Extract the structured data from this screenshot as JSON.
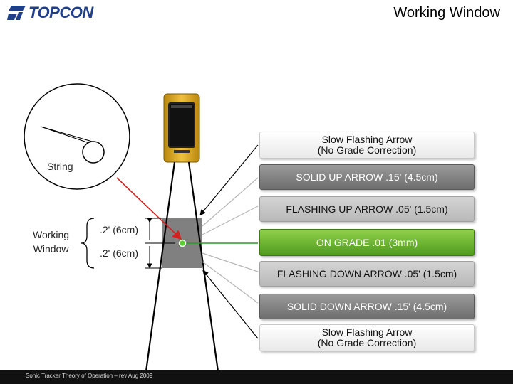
{
  "brand": "TOPCON",
  "page_title": "Working Window",
  "string_label": "String",
  "working_window_label": "Working\nWindow",
  "dim_upper": ".2' (6cm)",
  "dim_lower": ".2' (6cm)",
  "boxes": [
    {
      "text": "Slow Flashing Arrow\n(No Grade Correction)",
      "style": "light"
    },
    {
      "text": "SOLID UP ARROW .15' (4.5cm)",
      "style": "dark"
    },
    {
      "text": "FLASHING UP ARROW .05' (1.5cm)",
      "style": "mid"
    },
    {
      "text": "ON GRADE .01 (3mm)",
      "style": "green"
    },
    {
      "text": "FLASHING DOWN ARROW .05' (1.5cm)",
      "style": "mid"
    },
    {
      "text": "SOLID DOWN ARROW .15' (4.5cm)",
      "style": "dark"
    },
    {
      "text": "Slow Flashing Arrow\n(No Grade Correction)",
      "style": "light"
    }
  ],
  "footer": "Sonic Tracker Theory of Operation – rev Aug 2009",
  "colors": {
    "brand_blue": "#1f3f8a",
    "on_grade_green": "#4f9a1e",
    "string_red": "#d42020",
    "working_window_gray": "#808080"
  }
}
